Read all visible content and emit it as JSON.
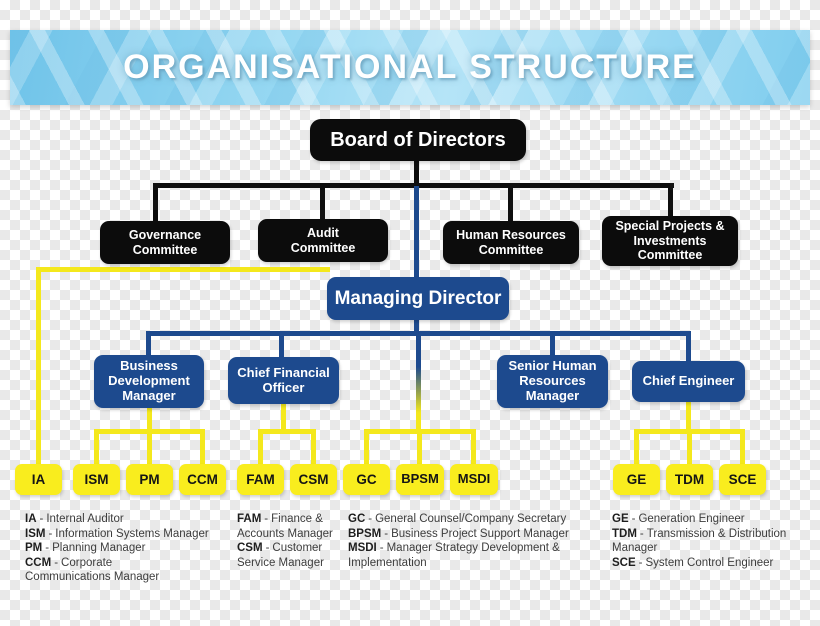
{
  "header": {
    "title": "ORGANISATIONAL STRUCTURE"
  },
  "nodes": {
    "board": "Board of Directors",
    "managing_director": "Managing Director"
  },
  "committees": [
    "Governance\nCommittee",
    "Audit\nCommittee",
    "Human Resources\nCommittee",
    "Special Projects &\nInvestments\nCommittee"
  ],
  "managers": [
    "Business\nDevelopment\nManager",
    "Chief Financial\nOfficer",
    "Senior Human\nResources\nManager",
    "Chief Engineer"
  ],
  "units": [
    "IA",
    "ISM",
    "PM",
    "CCM",
    "FAM",
    "CSM",
    "GC",
    "BPSM",
    "MSDI",
    "GE",
    "TDM",
    "SCE"
  ],
  "legend": {
    "separator": "-",
    "columns": [
      {
        "items": [
          {
            "abbr": "IA",
            "desc": "Internal Auditor"
          },
          {
            "abbr": "ISM",
            "desc": "Information Systems Manager"
          },
          {
            "abbr": "PM",
            "desc": "Planning Manager"
          },
          {
            "abbr": "CCM",
            "desc": "Corporate Communications Manager"
          }
        ]
      },
      {
        "items": [
          {
            "abbr": "FAM",
            "desc": "Finance & Accounts Manager"
          },
          {
            "abbr": "CSM",
            "desc": "Customer Service Manager"
          }
        ]
      },
      {
        "items": [
          {
            "abbr": "GC",
            "desc": "General Counsel/Company Secretary"
          },
          {
            "abbr": "BPSM",
            "desc": "Business Project Support Manager"
          },
          {
            "abbr": "MSDI",
            "desc": "Manager Strategy Development & Implementation"
          }
        ]
      },
      {
        "items": [
          {
            "abbr": "GE",
            "desc": "Generation Engineer"
          },
          {
            "abbr": "TDM",
            "desc": "Transmission & Distribution Manager"
          },
          {
            "abbr": "SCE",
            "desc": "System Control Engineer"
          }
        ]
      }
    ]
  },
  "colors": {
    "banner_blue": "#8ed3ef",
    "black_node": "#0c0c0c",
    "blue_node": "#1d4a8e",
    "yellow_node": "#f9ed1e",
    "yellow_line": "#f4e81c"
  }
}
